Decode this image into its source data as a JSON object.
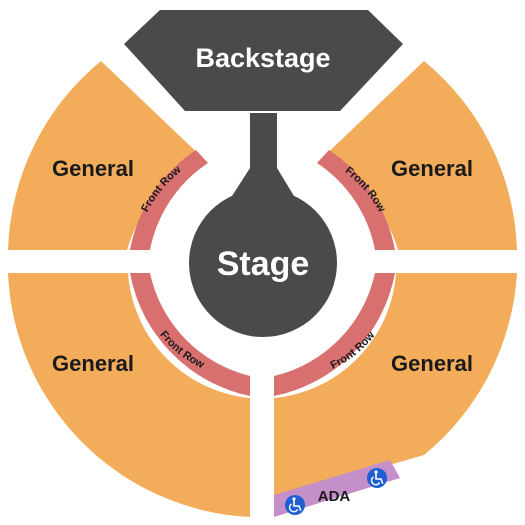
{
  "venue_map": {
    "backstage": {
      "label": "Backstage"
    },
    "stage": {
      "label": "Stage"
    },
    "sections": [
      {
        "id": "general-top-left",
        "label": "General"
      },
      {
        "id": "general-top-right",
        "label": "General"
      },
      {
        "id": "general-bottom-left",
        "label": "General"
      },
      {
        "id": "general-bottom-right",
        "label": "General"
      }
    ],
    "front_rows": [
      {
        "id": "front-row-top-left",
        "label": "Front Row"
      },
      {
        "id": "front-row-top-right",
        "label": "Front Row"
      },
      {
        "id": "front-row-bottom-left",
        "label": "Front Row"
      },
      {
        "id": "front-row-bottom-right",
        "label": "Front Row"
      }
    ],
    "ada": {
      "label": "ADA",
      "icon": "wheelchair-icon"
    },
    "colors": {
      "general": "#f2ac5a",
      "front_row": "#d87070",
      "stage": "#4a4a4a",
      "ada": "#c58fc9",
      "accessibility_icon": "#1f5fd1"
    }
  }
}
